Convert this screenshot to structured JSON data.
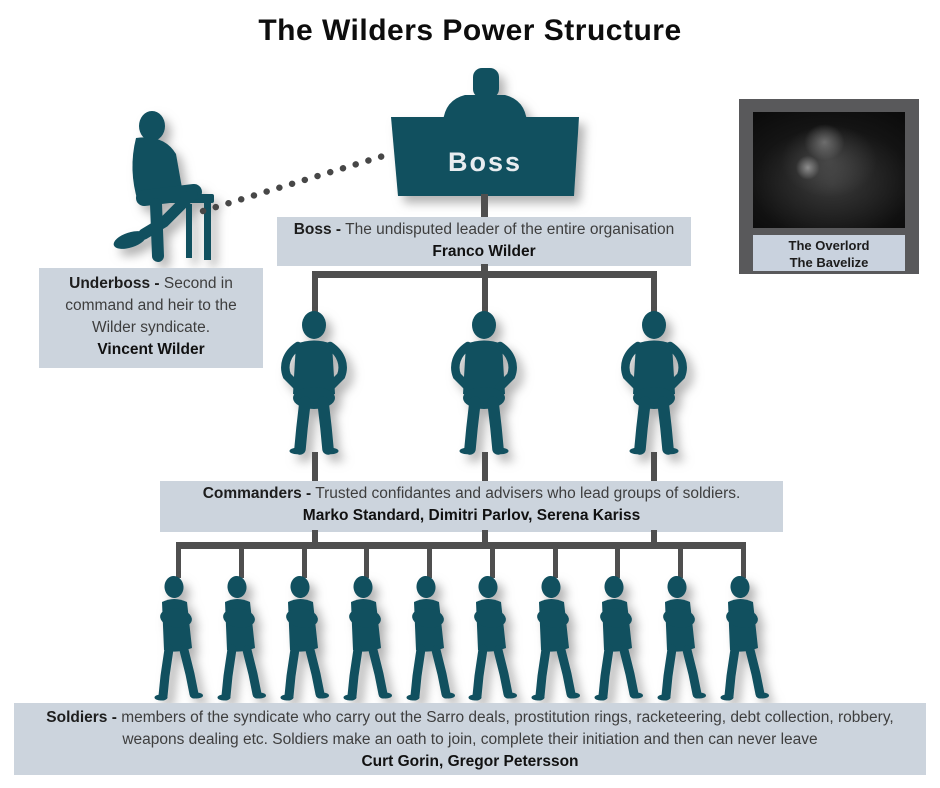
{
  "title": "The Wilders Power Structure",
  "colors": {
    "figure_teal": "#11505f",
    "box_background": "#ccd4dd",
    "connector_gray": "#4f4f4f",
    "frame_gray": "#59595b",
    "podium_text": "#e8edf0"
  },
  "boss": {
    "podium_label": "Boss",
    "role": "Boss -",
    "description": "The undisputed leader of the entire organisation",
    "name": "Franco Wilder"
  },
  "underboss": {
    "role": "Underboss -",
    "description": "Second in command and heir to the Wilder syndicate.",
    "name": "Vincent Wilder"
  },
  "overlord": {
    "title": "The Overlord",
    "subtitle": "The Bavelize"
  },
  "commanders": {
    "role": "Commanders -",
    "description": "Trusted confidantes and advisers who lead groups of soldiers.",
    "names": "Marko Standard, Dimitri Parlov, Serena Kariss",
    "figure_count": 3
  },
  "soldiers": {
    "role": "Soldiers -",
    "description": "members of the syndicate who carry out the Sarro deals, prostitution rings, racketeering, debt collection, robbery, weapons dealing etc. Soldiers make an oath to join, complete their initiation and then can never leave",
    "names": "Curt Gorin, Gregor Petersson",
    "figure_count": 10
  }
}
